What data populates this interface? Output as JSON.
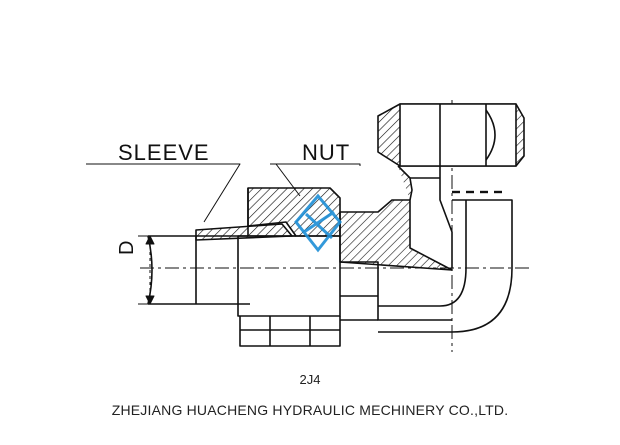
{
  "labels": {
    "sleeve": "SLEEVE",
    "nut": "NUT",
    "dimension": "D"
  },
  "caption": {
    "model": "2J4",
    "company": "ZHEJIANG HUACHENG HYDRAULIC MECHINERY CO.,LTD."
  },
  "colors": {
    "line": "#111111",
    "watermark": "#1e8fd6"
  },
  "icons": {
    "watermark": "diamond-logo-icon"
  }
}
